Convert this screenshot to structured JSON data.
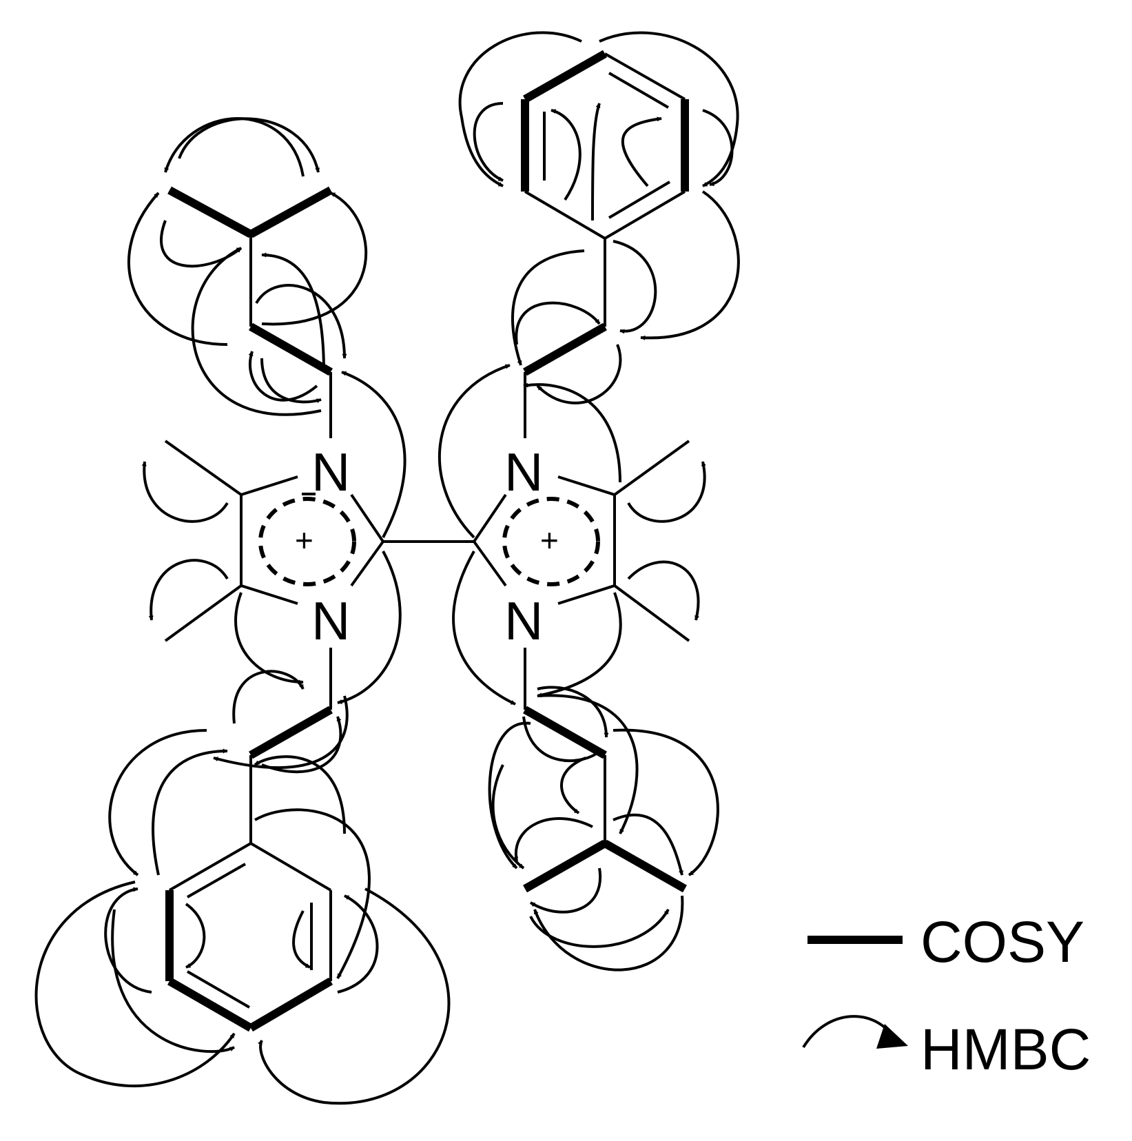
{
  "atoms": {
    "n_top_left": "N",
    "n_bottom_left": "N",
    "n_top_right": "N",
    "n_bottom_right": "N"
  },
  "charges": {
    "left_ring": "+",
    "right_ring": "+"
  },
  "legend": {
    "cosy_label": "COSY",
    "hmbc_label": "HMBC"
  }
}
